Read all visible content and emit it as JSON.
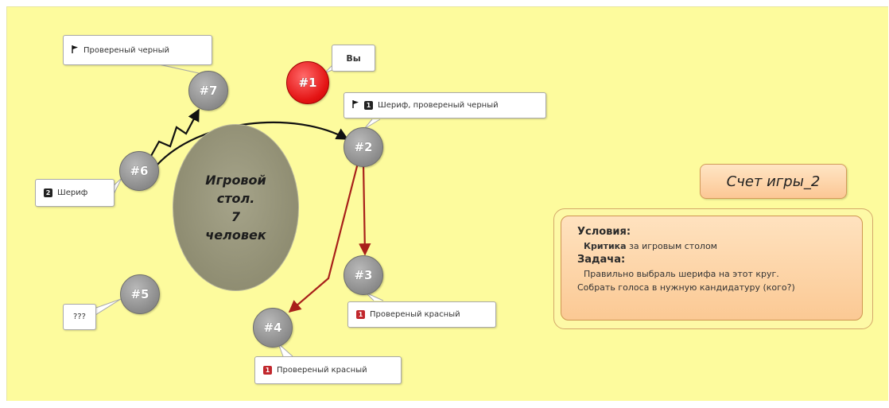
{
  "table": {
    "label": "Игровой\nстол.\n7\nчеловек"
  },
  "players": [
    {
      "id": "#1",
      "role": "you"
    },
    {
      "id": "#2"
    },
    {
      "id": "#3"
    },
    {
      "id": "#4"
    },
    {
      "id": "#5"
    },
    {
      "id": "#6"
    },
    {
      "id": "#7"
    }
  ],
  "callouts": {
    "p1": {
      "text": "Вы"
    },
    "p2": {
      "icons": [
        "flag-icon",
        "badge-1-black"
      ],
      "badge": "1",
      "text": "Шериф, провереный черный"
    },
    "p3": {
      "icons": [
        "badge-1-red"
      ],
      "badge": "1",
      "text": "Провереный красный"
    },
    "p4": {
      "icons": [
        "badge-1-red"
      ],
      "badge": "1",
      "text": "Провереный красный"
    },
    "p5": {
      "text": "???"
    },
    "p6": {
      "icons": [
        "badge-2-black"
      ],
      "badge": "2",
      "text": "Шериф"
    },
    "p7": {
      "icons": [
        "flag-icon"
      ],
      "text": "Провереный черный"
    }
  },
  "game_title": "Счет игры_2",
  "info": {
    "conditions_heading": "Условия:",
    "conditions_bold": "Критика",
    "conditions_text": " за игровым столом",
    "task_heading": "Задача:",
    "task_line1": "Правильно выбраль шерифа на этот круг.",
    "task_line2": "Собрать голоса в нужную кандидатуру (кого?)"
  },
  "colors": {
    "background": "#fdfb9d",
    "player": "#8a8a8a",
    "you": "#e41414",
    "red_arrow": "#a8201a",
    "black_arrow": "#111111",
    "info_fill": "#fbc994"
  }
}
